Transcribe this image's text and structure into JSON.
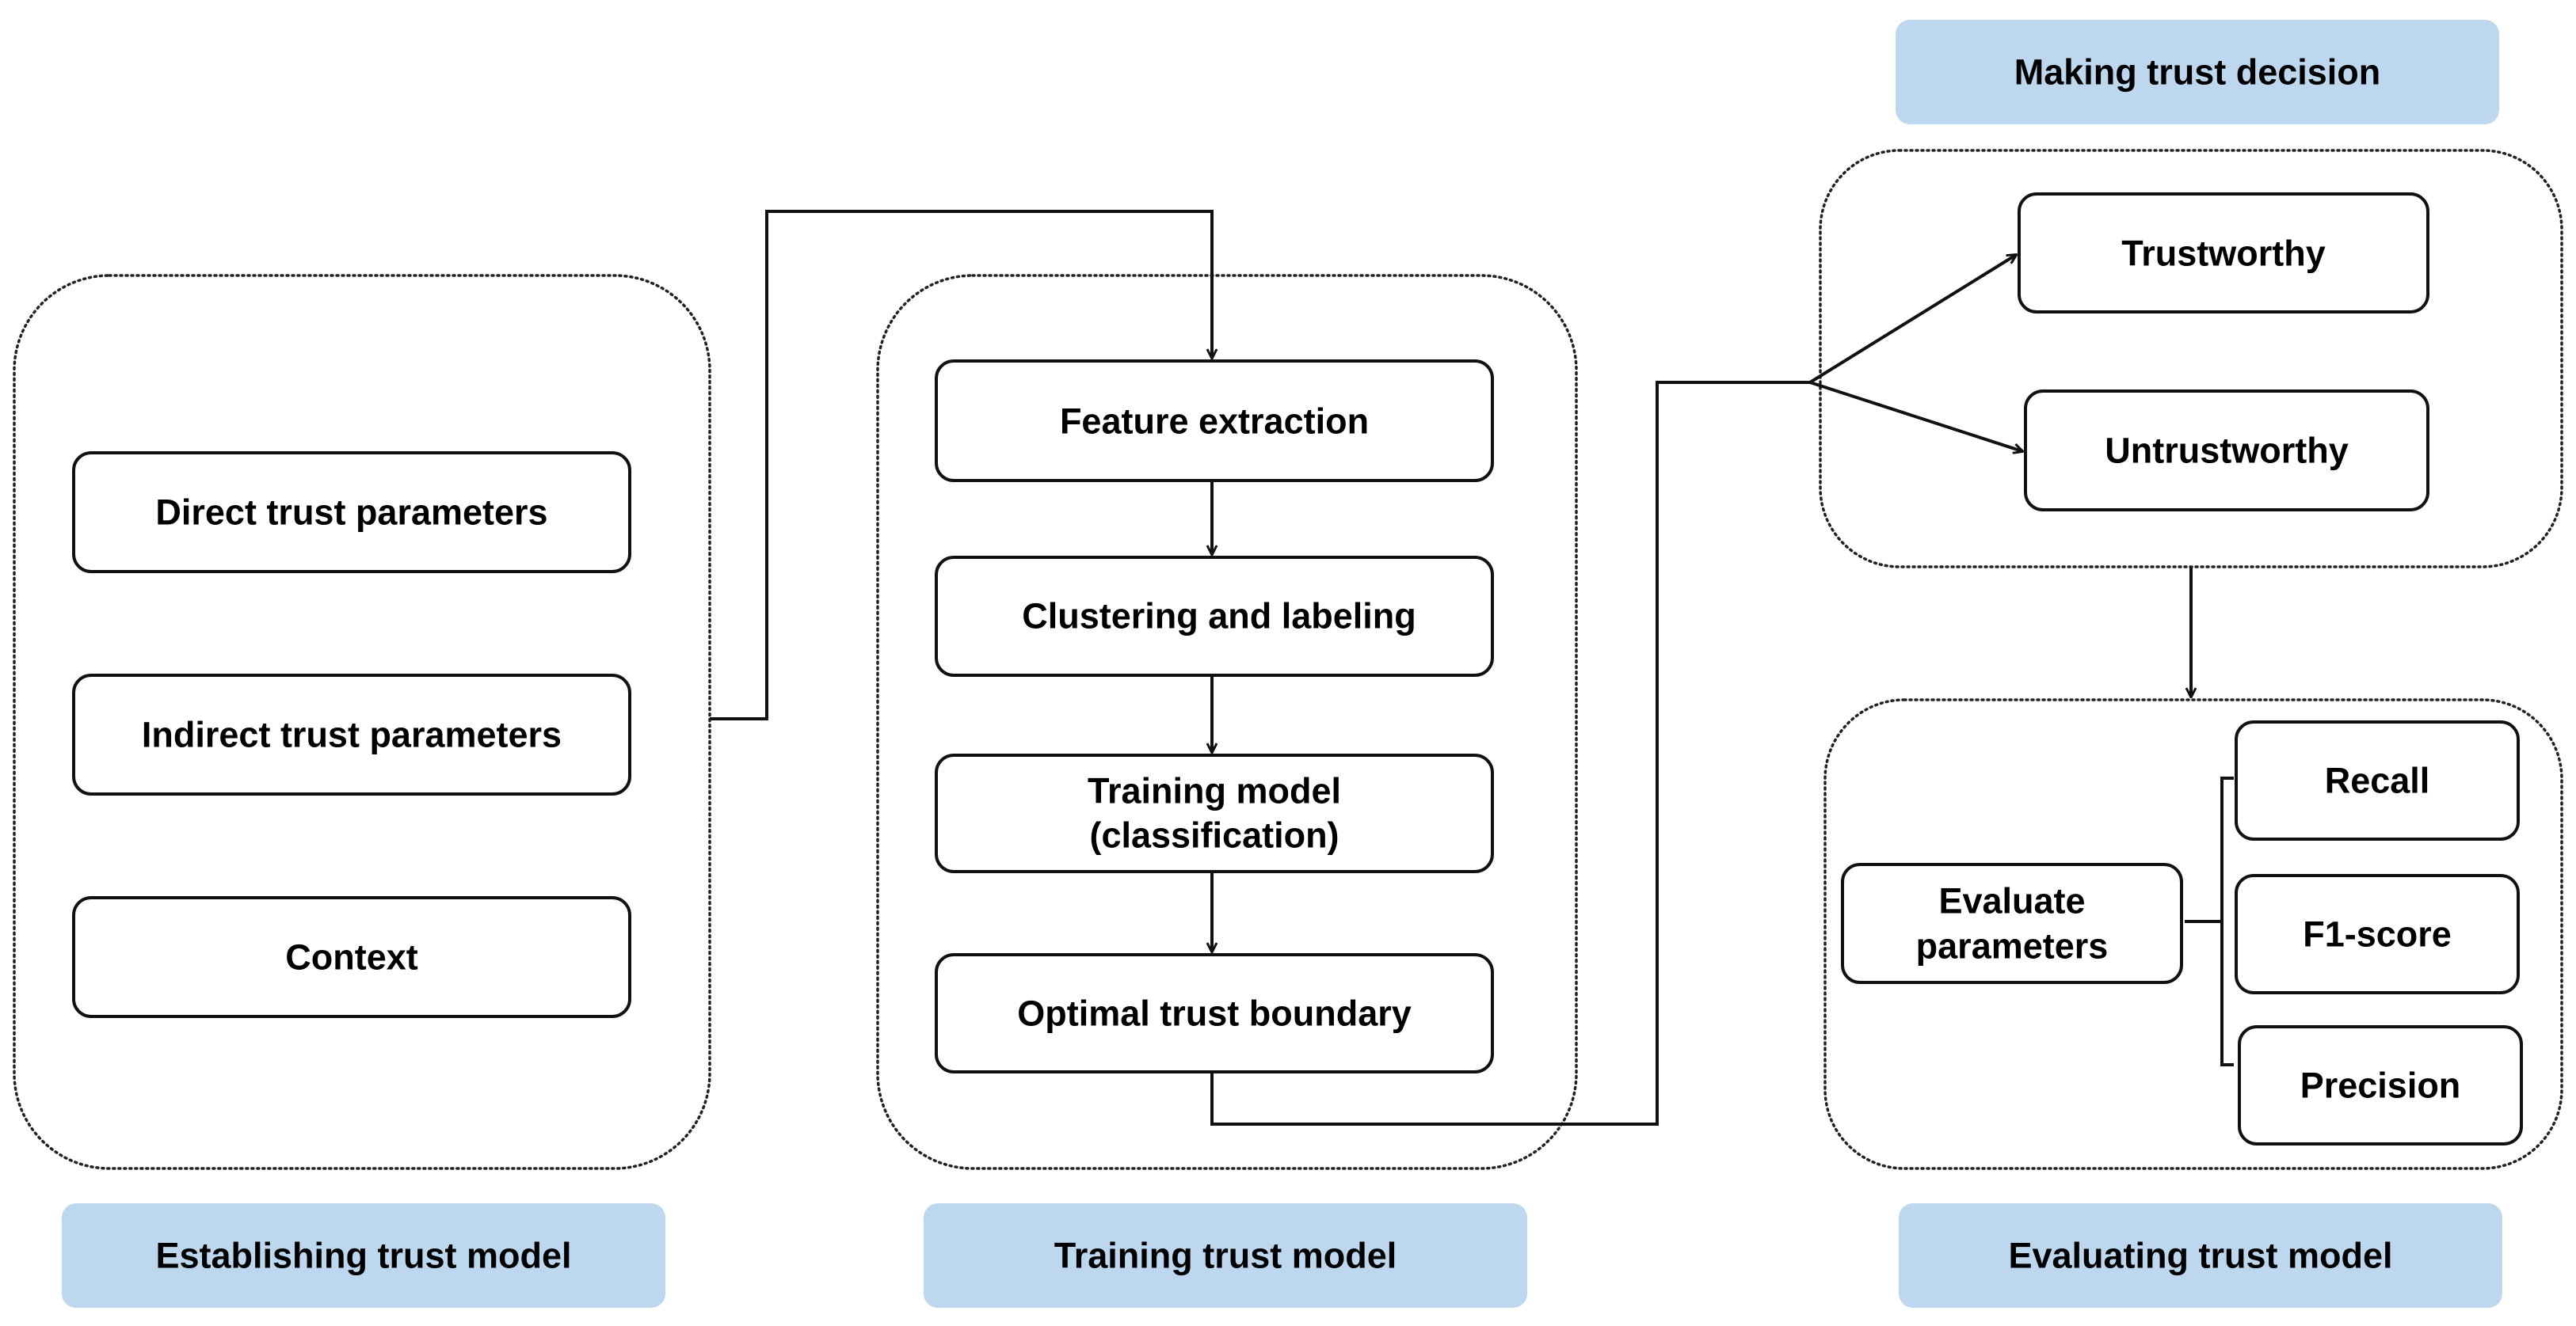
{
  "stages": {
    "establishing": "Establishing trust model",
    "training": "Training trust model",
    "evaluating": "Evaluating trust model",
    "deciding": "Making trust decision"
  },
  "establishing_nodes": {
    "direct": "Direct trust parameters",
    "indirect": "Indirect trust parameters",
    "context": "Context"
  },
  "training_nodes": {
    "feature": "Feature extraction",
    "clustering": "Clustering and labeling",
    "training_line1": "Training model",
    "training_line2": "(classification)",
    "boundary": "Optimal trust boundary"
  },
  "decision_nodes": {
    "trustworthy": "Trustworthy",
    "untrustworthy": "Untrustworthy"
  },
  "evaluation_nodes": {
    "evaluate_line1": "Evaluate",
    "evaluate_line2": "parameters",
    "recall": "Recall",
    "f1": "F1-score",
    "precision": "Precision"
  },
  "colors": {
    "stage_fill": "#bdd7ee",
    "stroke": "#111111"
  }
}
